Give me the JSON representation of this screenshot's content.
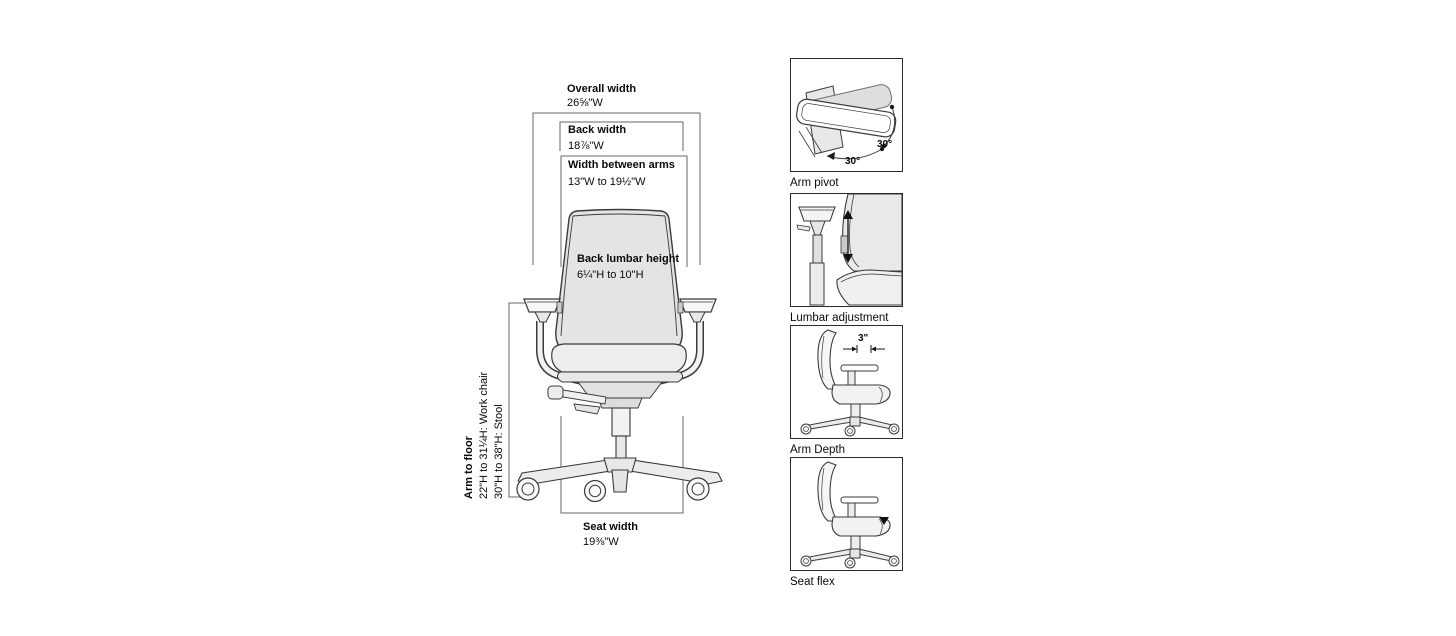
{
  "main_diagram": {
    "overall_width": {
      "label": "Overall width",
      "value": "26⅝\"W"
    },
    "back_width": {
      "label": "Back width",
      "value": "18⅞\"W"
    },
    "width_between_arms": {
      "label": "Width between arms",
      "value": "13\"W to 19½\"W"
    },
    "back_lumbar_height": {
      "label": "Back lumbar height",
      "value": "6¼\"H to 10\"H"
    },
    "arm_to_floor": {
      "label": "Arm to floor",
      "work_chair": "22\"H to 31¼H: Work chair",
      "stool": "30\"H to 38\"H: Stool"
    },
    "seat_width": {
      "label": "Seat width",
      "value": "19⅜\"W"
    }
  },
  "detail_panels": [
    {
      "id": "arm-pivot",
      "caption": "Arm pivot",
      "annotations": [
        "30°",
        "30°"
      ]
    },
    {
      "id": "lumbar-adjustment",
      "caption": "Lumbar adjustment",
      "annotations": []
    },
    {
      "id": "arm-depth",
      "caption": "Arm Depth",
      "annotations": [
        "3\""
      ]
    },
    {
      "id": "seat-flex",
      "caption": "Seat flex",
      "annotations": []
    }
  ],
  "colors": {
    "background": "#ffffff",
    "line": "#3a3a3a",
    "dimension_line": "#666666",
    "upholstery_fill": "#e4e4e4",
    "text": "#0a0a0a"
  }
}
